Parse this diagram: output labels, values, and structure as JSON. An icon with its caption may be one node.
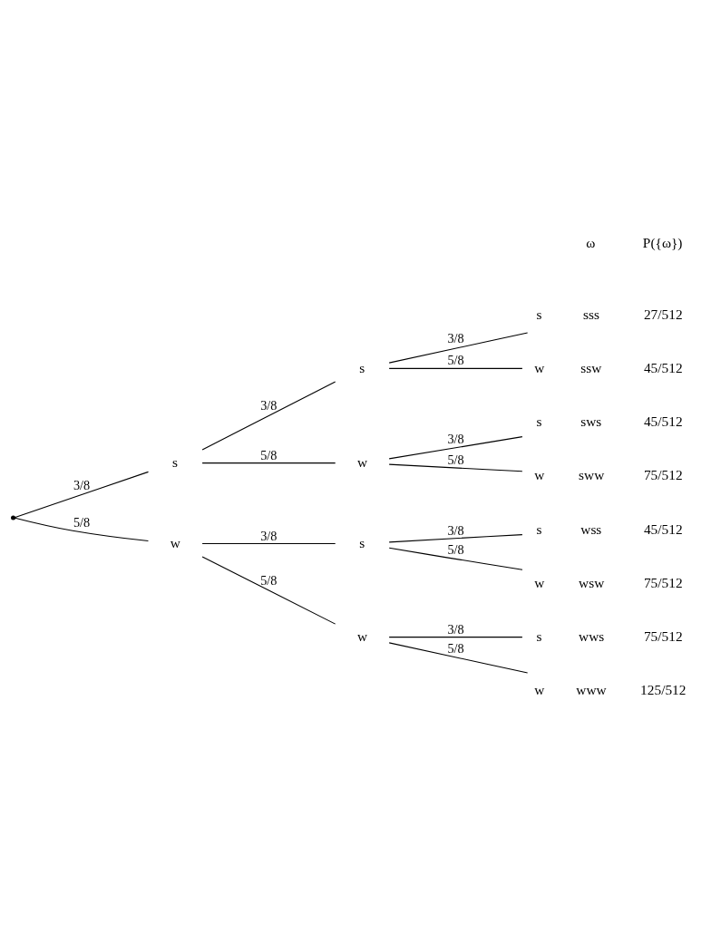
{
  "diagram": {
    "nodes": [
      {
        "text": [],
        "shape": "point"
      },
      {
        "text": [
          "s"
        ]
      },
      {
        "text": [
          "w"
        ]
      },
      {
        "text": [
          "s"
        ]
      },
      {
        "text": [
          "w"
        ]
      },
      {
        "text": [
          "s"
        ]
      },
      {
        "text": [
          "w"
        ]
      },
      {
        "text": [
          "s"
        ],
        "beside": [
          "sss",
          "27/512"
        ]
      },
      {
        "text": [
          "w"
        ],
        "beside": [
          "ssw",
          "45/512"
        ]
      },
      {
        "text": [
          "s"
        ],
        "beside": [
          "sws",
          "45/512"
        ]
      },
      {
        "text": [
          "w"
        ],
        "beside": [
          "sww",
          "75/512"
        ]
      },
      {
        "text": [
          "s"
        ],
        "beside": [
          "wss",
          "45/512"
        ]
      },
      {
        "text": [
          "w"
        ],
        "beside": [
          "wsw",
          "75/512"
        ]
      },
      {
        "text": [
          "s"
        ],
        "beside": [
          "wws",
          "75/512"
        ]
      },
      {
        "text": [
          "w"
        ],
        "beside": [
          "www",
          "125/512"
        ]
      }
    ],
    "edges": [
      {
        "from": 0,
        "to": 1,
        "arrow": "none",
        "label": "3/8"
      },
      {
        "from": 0,
        "to": 2,
        "arrow": "none",
        "label": "5/8"
      },
      {
        "from": 1,
        "to": 3,
        "arrow": "none",
        "label": "3/8"
      },
      {
        "from": 1,
        "to": 4,
        "arrow": "none",
        "label": "5/8"
      },
      {
        "from": 2,
        "to": 5,
        "arrow": "none",
        "label": "3/8"
      },
      {
        "from": 2,
        "to": 6,
        "arrow": "none",
        "label": "5/8"
      },
      {
        "from": 3,
        "to": 7,
        "arrow": "none",
        "label": "3/8"
      },
      {
        "from": 3,
        "to": 8,
        "arrow": "none",
        "label": "5/8"
      },
      {
        "from": 4,
        "to": 9,
        "arrow": "none",
        "label": "3/8"
      },
      {
        "from": 4,
        "to": 10,
        "arrow": "none",
        "label": "5/8"
      },
      {
        "from": 5,
        "to": 11,
        "arrow": "none",
        "label": "3/8"
      },
      {
        "from": 5,
        "to": 12,
        "arrow": "none",
        "label": "5/8"
      },
      {
        "from": 6,
        "to": 13,
        "arrow": "none",
        "label": "3/8"
      },
      {
        "from": 6,
        "to": 14,
        "arrow": "none",
        "label": "5/8"
      }
    ],
    "labels": [
      "ω",
      "P({ω})"
    ]
  }
}
